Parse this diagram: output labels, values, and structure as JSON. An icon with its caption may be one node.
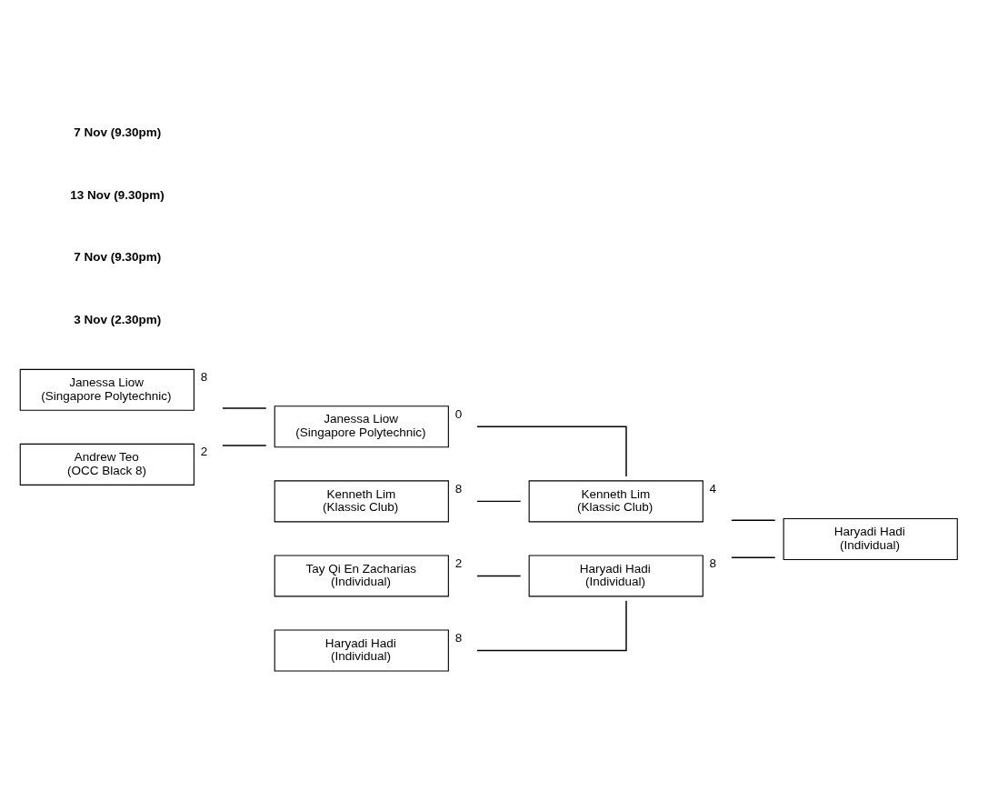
{
  "diagram": {
    "nodes": [
      {
        "text": [
          "Janessa Liow",
          "(Singapore Polytechnic)"
        ],
        "beside": [
          "8"
        ]
      },
      {
        "text": [
          "Andrew Teo",
          "(OCC Black 8)"
        ],
        "beside": [
          "2"
        ]
      },
      {
        "text": [
          "Janessa Liow",
          "(Singapore Polytechnic)"
        ],
        "beside": [
          "0"
        ]
      },
      {
        "text": [
          "Kenneth Lim",
          "(Klassic Club)"
        ],
        "beside": [
          "8"
        ]
      },
      {
        "text": [
          "Kenneth Lim",
          "(Klassic Club)"
        ],
        "beside": [
          "4"
        ]
      },
      {
        "text": [
          "Tay Qi En Zacharias",
          "(Individual)"
        ],
        "beside": [
          "2"
        ]
      },
      {
        "text": [
          "Haryadi Hadi",
          "(Individual)"
        ],
        "beside": [
          "8"
        ]
      },
      {
        "text": [
          "Haryadi Hadi",
          "(Individual)"
        ],
        "beside": [
          "8"
        ]
      },
      {
        "text": [
          "Haryadi Hadi",
          "(Individual)"
        ]
      }
    ],
    "edges": [
      {
        "from": 0,
        "to": 2,
        "arrow": "none"
      },
      {
        "from": 1,
        "to": 2,
        "arrow": "none"
      },
      {
        "from": 2,
        "to": 4,
        "arrow": "none"
      },
      {
        "from": 3,
        "to": 4,
        "arrow": "none"
      },
      {
        "from": 5,
        "to": 7,
        "arrow": "none"
      },
      {
        "from": 6,
        "to": 7,
        "arrow": "none"
      },
      {
        "from": 4,
        "to": 8,
        "arrow": "none"
      },
      {
        "from": 7,
        "to": 8,
        "arrow": "none"
      }
    ],
    "labels": [
      "3 Nov (2.30pm)",
      "7 Nov (9.30pm)",
      "13 Nov (9.30pm)",
      "7 Nov (9.30pm)"
    ]
  }
}
